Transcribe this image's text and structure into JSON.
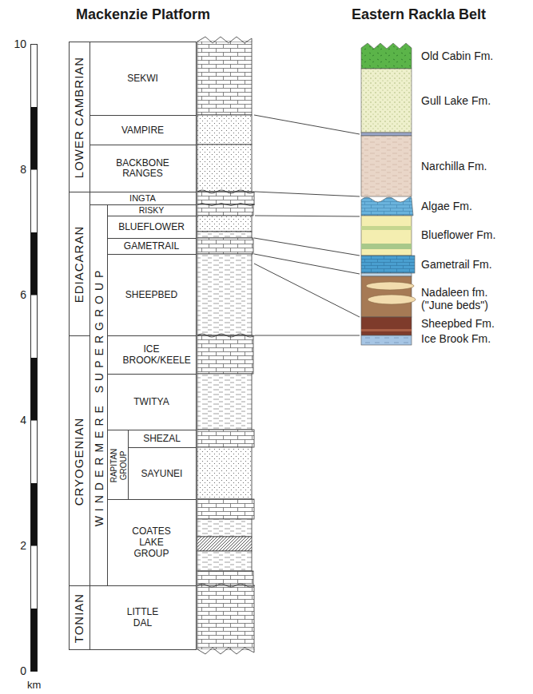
{
  "diagram": {
    "nodes": [
      {
        "text": [
          "LOWER CAMBRIAN"
        ]
      },
      {
        "text": [
          "SEKWI"
        ]
      },
      {
        "text": [
          "VAMPIRE"
        ]
      },
      {
        "text": [
          "BACKBONE RANGES"
        ]
      },
      {
        "text": [
          "INGTA"
        ]
      },
      {
        "text": [
          "EDIACARAN"
        ]
      },
      {
        "text": [
          "WINDERMERE SUPERGROUP"
        ]
      },
      {
        "text": [
          "RISKY"
        ],
        "in": 6
      },
      {
        "text": [
          "BLUEFLOWER"
        ],
        "in": 6
      },
      {
        "text": [
          "GAMETRAIL"
        ],
        "in": 6
      },
      {
        "text": [
          "SHEEPBED"
        ],
        "in": 6
      },
      {
        "text": [
          "CRYOGENIAN"
        ]
      },
      {
        "text": [
          "ICE BROOK/KEELE"
        ],
        "in": 6
      },
      {
        "text": [
          "TWITYA"
        ],
        "in": 6
      },
      {
        "text": [
          "RAPITAN GROUP"
        ],
        "in": 6
      },
      {
        "text": [
          "SHEZAL"
        ],
        "in": 14
      },
      {
        "text": [
          "SAYUNEI"
        ],
        "in": 14
      },
      {
        "text": [
          "COATES LAKE GROUP"
        ],
        "in": 6
      },
      {
        "text": [
          "TONIAN"
        ]
      },
      {
        "text": [
          "LITTLE DAL"
        ]
      }
    ],
    "labels": [
      "Mackenzie Platform",
      "Eastern Rackla Belt",
      "10",
      "8",
      "6",
      "4",
      "2",
      "0",
      "km",
      "Old Cabin Fm.",
      "Gull Lake Fm.",
      "Narchilla Fm.",
      "Algae Fm.",
      "Blueflower Fm.",
      "Gametrail Fm.",
      "Nadaleen fm. (\"June beds\")",
      "Sheepbed Fm.",
      "Ice Brook Fm."
    ]
  }
}
